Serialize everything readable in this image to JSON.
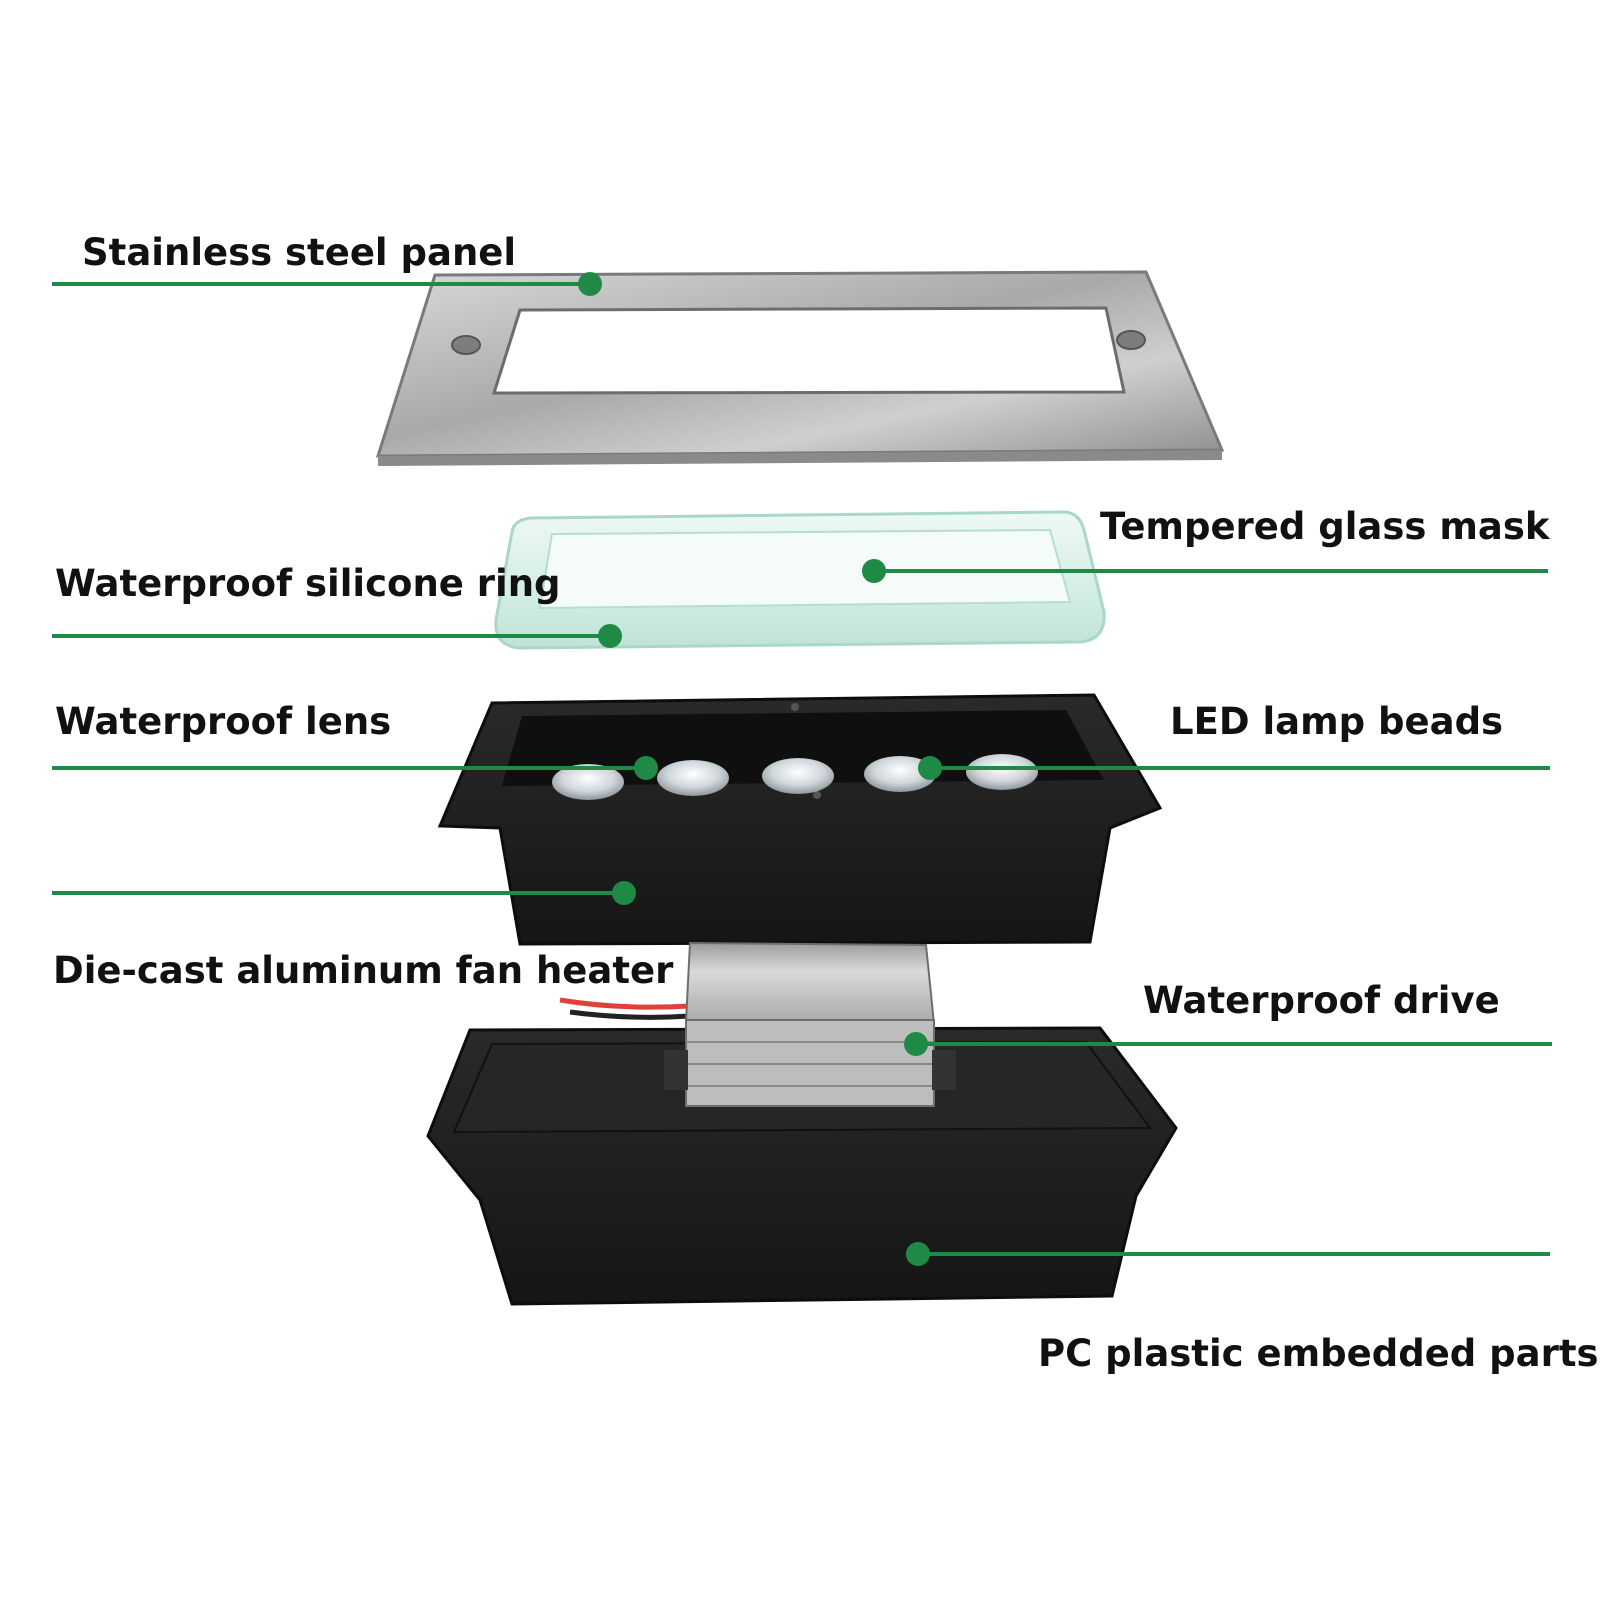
{
  "labels": {
    "stainless_steel_panel": "Stainless steel panel",
    "tempered_glass_mask": "Tempered glass mask",
    "waterproof_silicone_ring": "Waterproof silicone ring",
    "waterproof_lens": "Waterproof lens",
    "led_lamp_beads": "LED lamp beads",
    "die_cast_aluminum_fan_heater": "Die-cast aluminum fan heater",
    "waterproof_drive": "Waterproof drive",
    "pc_plastic_embedded_parts": "PC plastic embedded parts"
  },
  "colors": {
    "leader_line": "#1f8a45",
    "background": "#ffffff",
    "text": "#111111",
    "steel": "#b9b9b9",
    "glass": "#d8efe6",
    "housing": "#1c1c1c",
    "driver": "#c8c8c8"
  },
  "icons": {
    "leader_marker": "green-dot"
  }
}
